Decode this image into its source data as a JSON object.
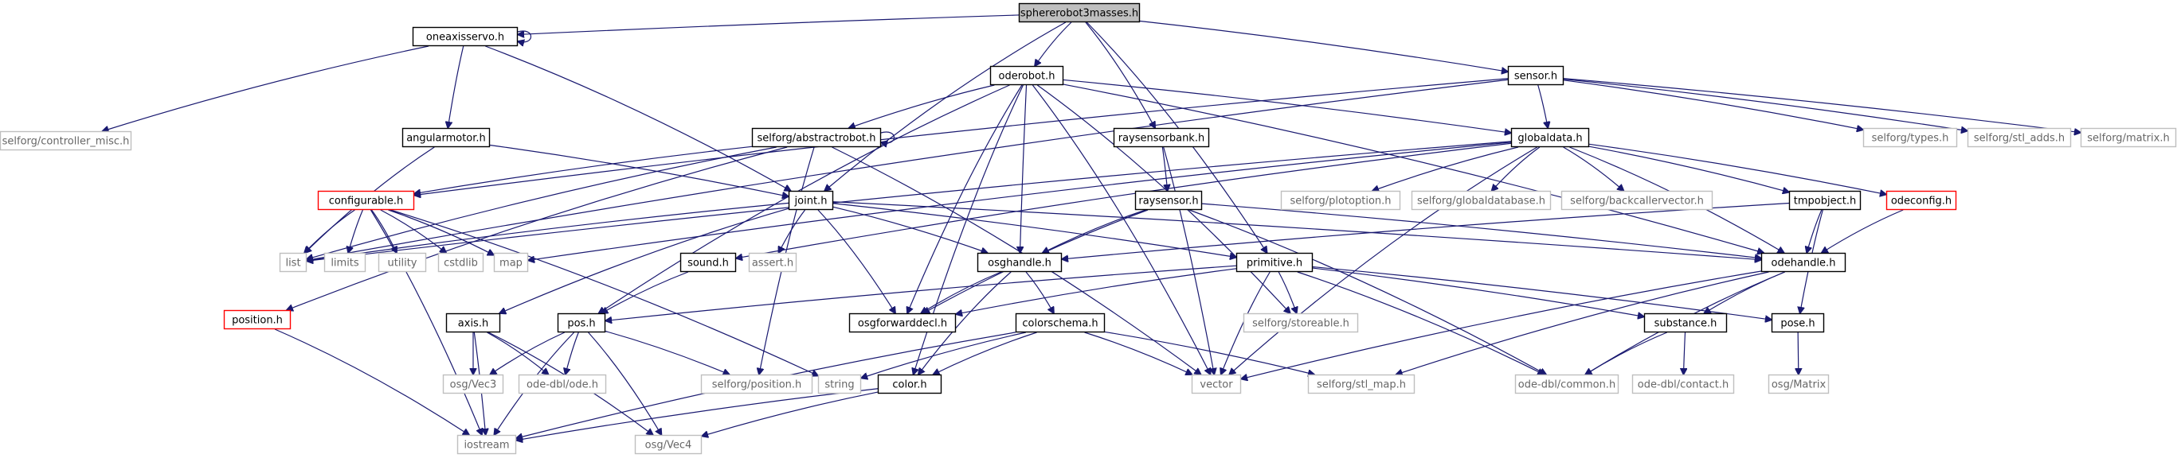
{
  "graph": {
    "colors": {
      "edge": "#191970",
      "root_fill": "#bfbfbf",
      "header_border": "#000000",
      "external_border": "#bfbfbf",
      "undocumented_border": "#ff0000",
      "node_fill": "#ffffff"
    },
    "nodes": [
      {
        "id": "root",
        "label": "sphererobot3masses.h",
        "kind": "root"
      },
      {
        "id": "oneaxisservo",
        "label": "oneaxisservo.h",
        "kind": "header"
      },
      {
        "id": "oderobot",
        "label": "oderobot.h",
        "kind": "header"
      },
      {
        "id": "sensor",
        "label": "sensor.h",
        "kind": "header"
      },
      {
        "id": "controller_misc",
        "label": "selforg/controller_misc.h",
        "kind": "external"
      },
      {
        "id": "angularmotor",
        "label": "angularmotor.h",
        "kind": "header"
      },
      {
        "id": "abstractrobot",
        "label": "selforg/abstractrobot.h",
        "kind": "header"
      },
      {
        "id": "raysensorbank",
        "label": "raysensorbank.h",
        "kind": "header"
      },
      {
        "id": "globaldata",
        "label": "globaldata.h",
        "kind": "header"
      },
      {
        "id": "types",
        "label": "selforg/types.h",
        "kind": "external"
      },
      {
        "id": "stl_adds",
        "label": "selforg/stl_adds.h",
        "kind": "external"
      },
      {
        "id": "matrix",
        "label": "selforg/matrix.h",
        "kind": "external"
      },
      {
        "id": "configurable",
        "label": "configurable.h",
        "kind": "undocumented"
      },
      {
        "id": "joint",
        "label": "joint.h",
        "kind": "header"
      },
      {
        "id": "raysensor",
        "label": "raysensor.h",
        "kind": "header"
      },
      {
        "id": "plotoption",
        "label": "selforg/plotoption.h",
        "kind": "external"
      },
      {
        "id": "globaldatabase",
        "label": "selforg/globaldatabase.h",
        "kind": "external"
      },
      {
        "id": "backcallervector",
        "label": "selforg/backcallervector.h",
        "kind": "external"
      },
      {
        "id": "tmpobject",
        "label": "tmpobject.h",
        "kind": "header"
      },
      {
        "id": "odeconfig",
        "label": "odeconfig.h",
        "kind": "undocumented"
      },
      {
        "id": "list",
        "label": "list",
        "kind": "external"
      },
      {
        "id": "limits",
        "label": "limits",
        "kind": "external"
      },
      {
        "id": "utility",
        "label": "utility",
        "kind": "external"
      },
      {
        "id": "cstdlib",
        "label": "cstdlib",
        "kind": "external"
      },
      {
        "id": "map",
        "label": "map",
        "kind": "external"
      },
      {
        "id": "sound",
        "label": "sound.h",
        "kind": "header"
      },
      {
        "id": "assert",
        "label": "assert.h",
        "kind": "external"
      },
      {
        "id": "osghandle",
        "label": "osghandle.h",
        "kind": "header"
      },
      {
        "id": "primitive",
        "label": "primitive.h",
        "kind": "header"
      },
      {
        "id": "odehandle",
        "label": "odehandle.h",
        "kind": "header"
      },
      {
        "id": "position",
        "label": "position.h",
        "kind": "undocumented"
      },
      {
        "id": "axis",
        "label": "axis.h",
        "kind": "header"
      },
      {
        "id": "pos",
        "label": "pos.h",
        "kind": "header"
      },
      {
        "id": "osgforwarddecl",
        "label": "osgforwarddecl.h",
        "kind": "header"
      },
      {
        "id": "colorschema",
        "label": "colorschema.h",
        "kind": "header"
      },
      {
        "id": "storeable",
        "label": "selforg/storeable.h",
        "kind": "external"
      },
      {
        "id": "substance",
        "label": "substance.h",
        "kind": "header"
      },
      {
        "id": "pose",
        "label": "pose.h",
        "kind": "header"
      },
      {
        "id": "osgvec3",
        "label": "osg/Vec3",
        "kind": "external"
      },
      {
        "id": "odedbl_ode",
        "label": "ode-dbl/ode.h",
        "kind": "external"
      },
      {
        "id": "selforg_position",
        "label": "selforg/position.h",
        "kind": "external"
      },
      {
        "id": "string",
        "label": "string",
        "kind": "external"
      },
      {
        "id": "color",
        "label": "color.h",
        "kind": "header"
      },
      {
        "id": "vector",
        "label": "vector",
        "kind": "external"
      },
      {
        "id": "stl_map",
        "label": "selforg/stl_map.h",
        "kind": "external"
      },
      {
        "id": "odedbl_common",
        "label": "ode-dbl/common.h",
        "kind": "external"
      },
      {
        "id": "odedbl_contact",
        "label": "ode-dbl/contact.h",
        "kind": "external"
      },
      {
        "id": "osgmatrix",
        "label": "osg/Matrix",
        "kind": "external"
      },
      {
        "id": "iostream",
        "label": "iostream",
        "kind": "external"
      },
      {
        "id": "osgvec4",
        "label": "osg/Vec4",
        "kind": "external"
      }
    ],
    "edges": [
      [
        "root",
        "oneaxisservo"
      ],
      [
        "root",
        "oderobot"
      ],
      [
        "root",
        "sensor"
      ],
      [
        "root",
        "raysensorbank"
      ],
      [
        "root",
        "joint"
      ],
      [
        "root",
        "primitive"
      ],
      [
        "oneaxisservo",
        "oneaxisservo"
      ],
      [
        "oneaxisservo",
        "controller_misc"
      ],
      [
        "oneaxisservo",
        "angularmotor"
      ],
      [
        "oneaxisservo",
        "joint"
      ],
      [
        "oderobot",
        "abstractrobot"
      ],
      [
        "oderobot",
        "globaldata"
      ],
      [
        "oderobot",
        "osghandle"
      ],
      [
        "oderobot",
        "osgforwarddecl"
      ],
      [
        "oderobot",
        "color"
      ],
      [
        "oderobot",
        "pos"
      ],
      [
        "oderobot",
        "vector"
      ],
      [
        "oderobot",
        "storeable"
      ],
      [
        "oderobot",
        "odehandle"
      ],
      [
        "sensor",
        "globaldata"
      ],
      [
        "sensor",
        "types"
      ],
      [
        "sensor",
        "stl_adds"
      ],
      [
        "sensor",
        "matrix"
      ],
      [
        "sensor",
        "list"
      ],
      [
        "sensor",
        "configurable"
      ],
      [
        "angularmotor",
        "joint"
      ],
      [
        "angularmotor",
        "list"
      ],
      [
        "abstractrobot",
        "abstractrobot"
      ],
      [
        "abstractrobot",
        "configurable"
      ],
      [
        "abstractrobot",
        "position"
      ],
      [
        "abstractrobot",
        "selforg_position"
      ],
      [
        "abstractrobot",
        "list"
      ],
      [
        "abstractrobot",
        "vector"
      ],
      [
        "raysensorbank",
        "raysensor"
      ],
      [
        "raysensorbank",
        "vector"
      ],
      [
        "raysensor",
        "osgforwarddecl"
      ],
      [
        "raysensor",
        "osghandle"
      ],
      [
        "raysensor",
        "odehandle"
      ],
      [
        "raysensor",
        "odedbl_common"
      ],
      [
        "globaldata",
        "plotoption"
      ],
      [
        "globaldata",
        "globaldatabase"
      ],
      [
        "globaldata",
        "backcallervector"
      ],
      [
        "globaldata",
        "odeconfig"
      ],
      [
        "globaldata",
        "tmpobject"
      ],
      [
        "globaldata",
        "odehandle"
      ],
      [
        "globaldata",
        "vector"
      ],
      [
        "globaldata",
        "sound"
      ],
      [
        "globaldata",
        "map"
      ],
      [
        "globaldata",
        "list"
      ],
      [
        "configurable",
        "list"
      ],
      [
        "configurable",
        "limits"
      ],
      [
        "configurable",
        "utility"
      ],
      [
        "configurable",
        "cstdlib"
      ],
      [
        "configurable",
        "map"
      ],
      [
        "configurable",
        "iostream"
      ],
      [
        "configurable",
        "string"
      ],
      [
        "joint",
        "list"
      ],
      [
        "joint",
        "assert"
      ],
      [
        "joint",
        "osghandle"
      ],
      [
        "joint",
        "osgforwarddecl"
      ],
      [
        "joint",
        "axis"
      ],
      [
        "joint",
        "primitive"
      ],
      [
        "joint",
        "odehandle"
      ],
      [
        "tmpobject",
        "osghandle"
      ],
      [
        "tmpobject",
        "odehandle"
      ],
      [
        "tmpobject",
        "pose"
      ],
      [
        "odeconfig",
        "odehandle"
      ],
      [
        "sound",
        "pos"
      ],
      [
        "osghandle",
        "osgforwarddecl"
      ],
      [
        "osghandle",
        "colorschema"
      ],
      [
        "osghandle",
        "color"
      ],
      [
        "primitive",
        "osgforwarddecl"
      ],
      [
        "primitive",
        "storeable"
      ],
      [
        "primitive",
        "substance"
      ],
      [
        "primitive",
        "pose"
      ],
      [
        "primitive",
        "pos"
      ],
      [
        "primitive",
        "vector"
      ],
      [
        "primitive",
        "odedbl_common"
      ],
      [
        "odehandle",
        "substance"
      ],
      [
        "odehandle",
        "vector"
      ],
      [
        "odehandle",
        "stl_map"
      ],
      [
        "odehandle",
        "odedbl_common"
      ],
      [
        "position",
        "iostream"
      ],
      [
        "axis",
        "osgvec3"
      ],
      [
        "axis",
        "odedbl_ode"
      ],
      [
        "axis",
        "iostream"
      ],
      [
        "axis",
        "osgvec4"
      ],
      [
        "pos",
        "osgvec3"
      ],
      [
        "pos",
        "odedbl_ode"
      ],
      [
        "pos",
        "selforg_position"
      ],
      [
        "pos",
        "iostream"
      ],
      [
        "pos",
        "osgvec4"
      ],
      [
        "colorschema",
        "string"
      ],
      [
        "colorschema",
        "color"
      ],
      [
        "colorschema",
        "vector"
      ],
      [
        "colorschema",
        "stl_map"
      ],
      [
        "colorschema",
        "iostream"
      ],
      [
        "substance",
        "odedbl_common"
      ],
      [
        "substance",
        "odedbl_contact"
      ],
      [
        "pose",
        "osgmatrix"
      ],
      [
        "color",
        "iostream"
      ],
      [
        "color",
        "osgvec4"
      ]
    ]
  }
}
